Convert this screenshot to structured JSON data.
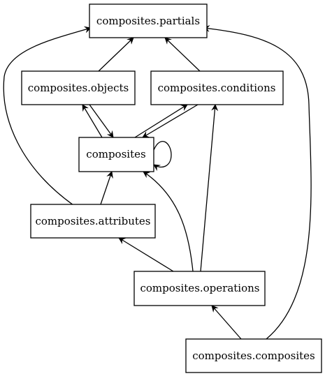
{
  "diagram": {
    "nodes": [
      {
        "id": "partials",
        "label": "composites.partials"
      },
      {
        "id": "objects",
        "label": "composites.objects"
      },
      {
        "id": "conditions",
        "label": "composites.conditions"
      },
      {
        "id": "composites",
        "label": "composites"
      },
      {
        "id": "attributes",
        "label": "composites.attributes"
      },
      {
        "id": "operations",
        "label": "composites.operations"
      },
      {
        "id": "ccomposites",
        "label": "composites.composites"
      }
    ],
    "edges": [
      {
        "from": "objects",
        "to": "partials"
      },
      {
        "from": "conditions",
        "to": "partials"
      },
      {
        "from": "attributes",
        "to": "partials"
      },
      {
        "from": "ccomposites",
        "to": "partials"
      },
      {
        "from": "objects",
        "to": "composites"
      },
      {
        "from": "composites",
        "to": "objects"
      },
      {
        "from": "conditions",
        "to": "composites"
      },
      {
        "from": "composites",
        "to": "conditions"
      },
      {
        "from": "composites",
        "to": "composites"
      },
      {
        "from": "attributes",
        "to": "composites"
      },
      {
        "from": "operations",
        "to": "composites"
      },
      {
        "from": "operations",
        "to": "attributes"
      },
      {
        "from": "operations",
        "to": "conditions"
      },
      {
        "from": "ccomposites",
        "to": "operations"
      }
    ]
  }
}
